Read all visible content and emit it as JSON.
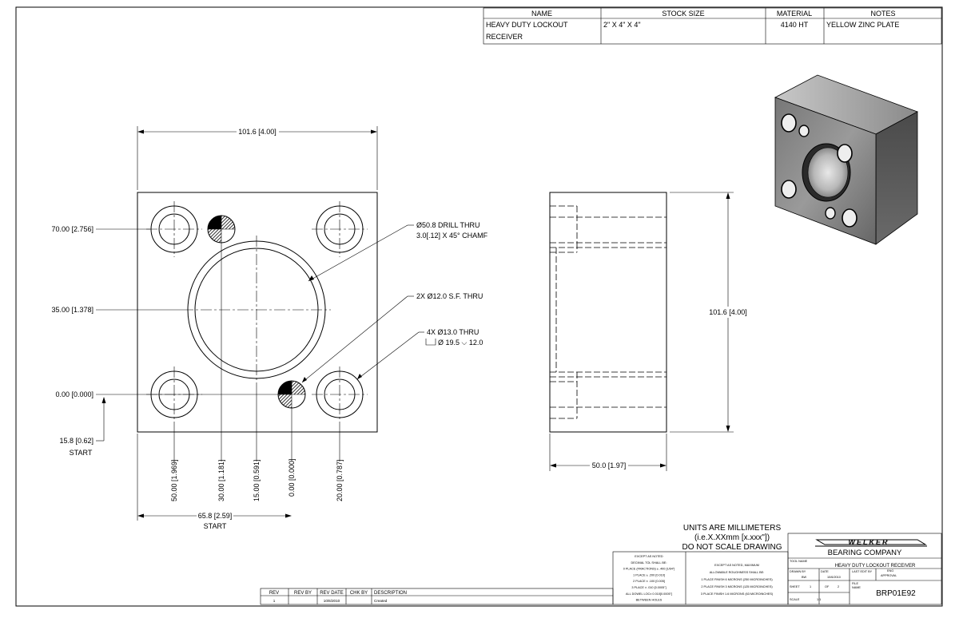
{
  "title_block_top": {
    "headers": {
      "name": "NAME",
      "stock_size": "STOCK SIZE",
      "material": "MATERIAL",
      "notes": "NOTES"
    },
    "name_line1": "HEAVY DUTY LOCKOUT",
    "name_line2": "RECEIVER",
    "stock_size": "2\" X 4\" X 4\"",
    "material": "4140 HT",
    "notes": "YELLOW ZINC PLATE"
  },
  "front_view": {
    "dim_width": "101.6 [4.00]",
    "dim_y_70": "70.00 [2.756]",
    "dim_y_35": "35.00 [1.378]",
    "dim_y_0": "0.00 [0.000]",
    "dim_start_y": "15.8 [0.62]",
    "start_label_1": "START",
    "dim_x_50": "50.00 [1.969]",
    "dim_x_30": "30.00 [1.181]",
    "dim_x_15": "15.00 [0.591]",
    "dim_x_0": "0.00 [0.000]",
    "dim_x_20": "20.00 [0.787]",
    "dim_start_x": "65.8 [2.59]",
    "start_label_2": "START",
    "callout_bore_1": "Ø50.8 DRILL THRU",
    "callout_bore_2": "3.0[.12] X 45° CHAMF",
    "callout_sf": "2X Ø12.0 S.F. THRU",
    "callout_cb_1": "4X Ø13.0 THRU",
    "callout_cb_2": "Ø 19.5 ⌵ 12.0"
  },
  "side_view": {
    "dim_height": "101.6 [4.00]",
    "dim_width": "50.0 [1.97]"
  },
  "units_note": {
    "line1": "UNITS ARE MILLIMETERS",
    "line2": "(i.e.X.XXmm [x.xxx\"])",
    "line3": "DO NOT SCALE DRAWING"
  },
  "tolerance_box": {
    "lines": [
      "EXCEPT AS NOTED",
      "DECIMAL TOL SHALL BE:",
      "0 PLACE (FRACTIONS) ± .400 [1/64\"]",
      "1 PLACE ± .200 [0.010]",
      "2 PLACE ± .100 [0.005]",
      "3 PLACE ± .010 [0.0005\"]",
      "ALL DOWEL LOC± 0.010[0.0005\"]",
      "BETWEEN HOLES"
    ]
  },
  "roughness_box": {
    "lines": [
      "EXCEPT AS NOTED, MAXIMUM",
      "ALLOWABLE ROUGHNESS SHALL BE:",
      "1 PLACE FINISH 6 MICRONS (250 MICROINCHES)",
      "2 PLACE FINISH 3 MICRONS (125 MICROINCHES)",
      "3 PLACE FINISH 1.6 MICRONS (63 MICROINCHES)"
    ]
  },
  "rev_table": {
    "headers": [
      "REV",
      "REV BY",
      "REV DATE",
      "CHK BY",
      "DESCRIPTION"
    ],
    "row": [
      "1",
      "",
      "10/6/2010",
      "",
      "Created"
    ]
  },
  "company": {
    "logo_text": "WELKER",
    "name": "BEARING COMPANY",
    "tool_name_label": "TOOL NAME",
    "tool_name": "HEAVY DUTY LOCKOUT RECEIVER",
    "drawn_by_label": "DRAWN BY",
    "drawn_by": "BW",
    "date_label": "DATE",
    "date": "10/6/2010",
    "last_edit_label": "LAST EDIT BY",
    "eng_label": "ENG",
    "approval_label": "APPROVAL",
    "sheet_label": "SHEET",
    "sheet": "1",
    "of_label": "OF",
    "of": "2",
    "file_label": "FILE",
    "name_label": "NAME",
    "scale_label": "SCALE",
    "scale": "1:1",
    "part_number": "BRP01E92"
  }
}
